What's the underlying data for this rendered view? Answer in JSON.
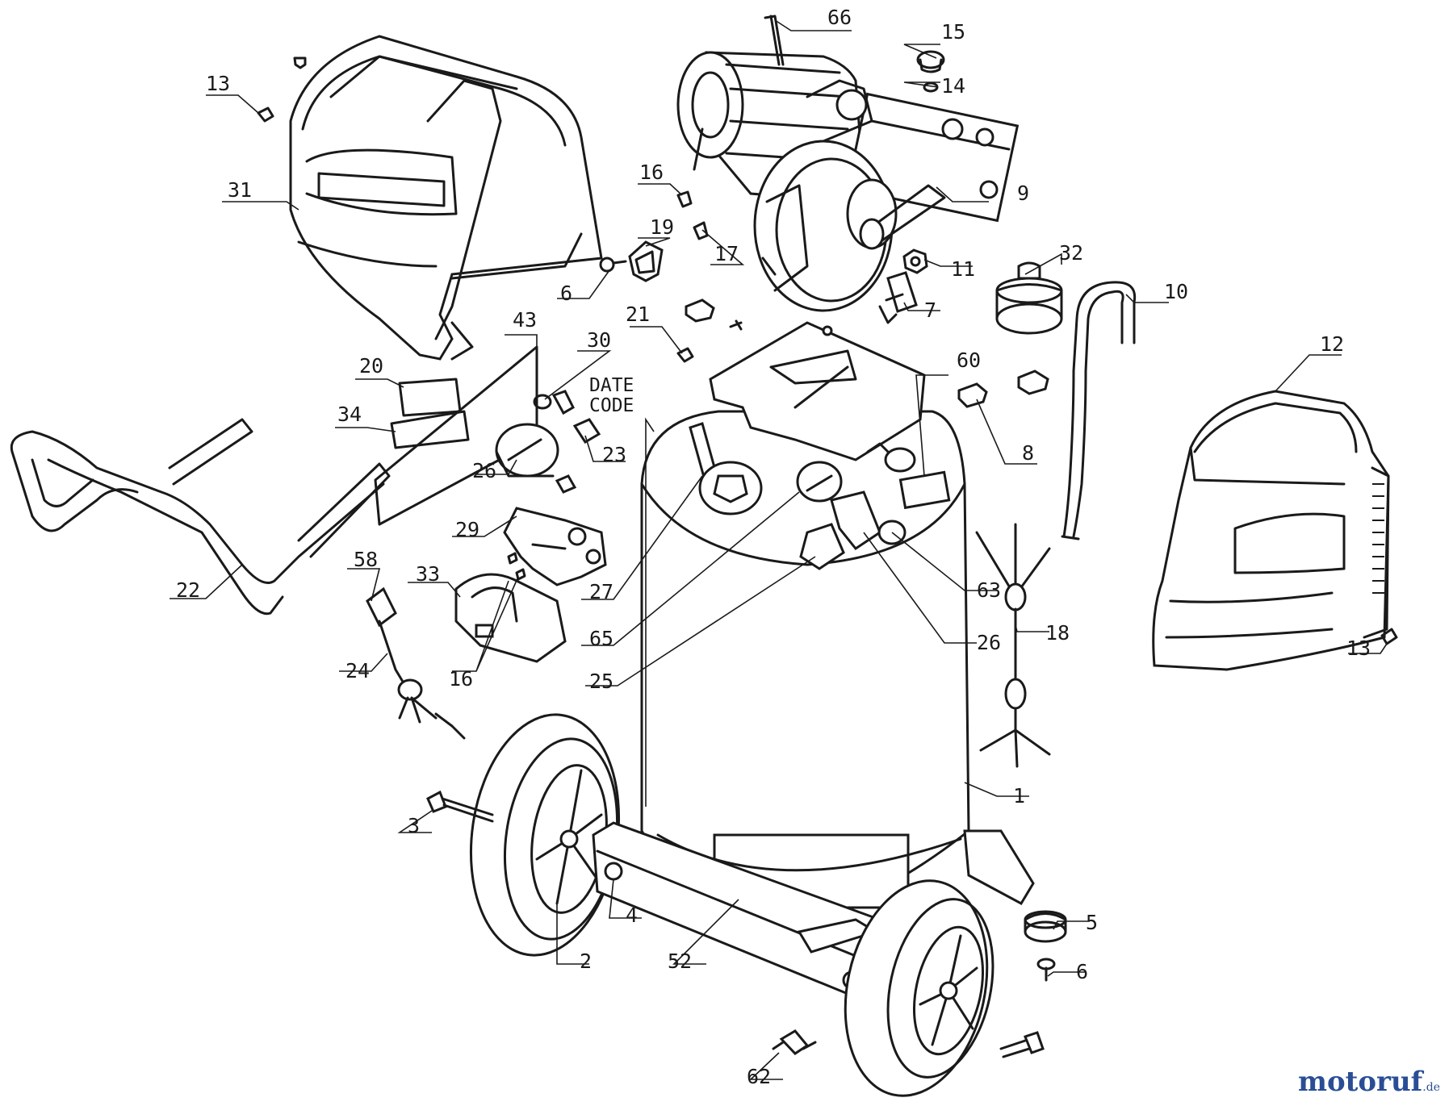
{
  "diagram": {
    "date_code_label": [
      "DATE",
      "CODE"
    ],
    "callouts": [
      "66",
      "15",
      "14",
      "13",
      "31",
      "16",
      "9",
      "19",
      "17",
      "11",
      "32",
      "6",
      "7",
      "10",
      "21",
      "43",
      "30",
      "20",
      "60",
      "34",
      "12",
      "8",
      "23",
      "26",
      "22",
      "29",
      "58",
      "33",
      "27",
      "63",
      "65",
      "26",
      "18",
      "24",
      "16",
      "25",
      "13",
      "1",
      "3",
      "5",
      "4",
      "2",
      "52",
      "6",
      "62"
    ]
  },
  "watermark": {
    "brand_main": "motoruf",
    "brand_suffix": ".de"
  }
}
